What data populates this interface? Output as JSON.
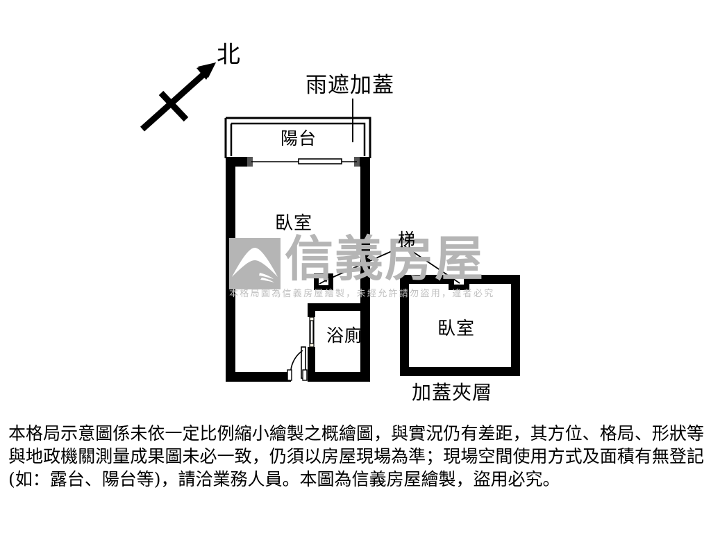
{
  "document": {
    "type": "floor-plan",
    "brand": "信義房屋"
  },
  "compass": {
    "label": "北",
    "icon": "north-arrow-icon",
    "direction_deg": 45
  },
  "annotations": {
    "canopy": "雨遮加蓋",
    "stairs": "梯",
    "mezzanine_caption": "加蓋夾層"
  },
  "rooms": [
    {
      "key": "balcony",
      "label": "陽台"
    },
    {
      "key": "bedroom_main",
      "label": "臥室"
    },
    {
      "key": "bathroom",
      "label": "浴廁"
    },
    {
      "key": "bedroom_mezzanine",
      "label": "臥室"
    }
  ],
  "watermark": {
    "brand": "信義房屋",
    "logo": "shinyi-arch-logo",
    "notice": "本格局圖為信義房屋繪製，未經允許請勿盜用，違者必究",
    "color": "#b5b5b5"
  },
  "disclaimer": {
    "text": "本格局示意圖係未依一定比例縮小繪製之概繪圖，與實況仍有差距，其方位、格局、形狀等與地政機關測量成果圖未必一致，仍須以房屋現場為準；現場空間使用方式及面積有無登記(如：露台、陽台等)，請洽業務人員。本圖為信義房屋繪製，盜用必究。"
  },
  "colors": {
    "wall": "#000000",
    "background": "#ffffff",
    "watermark": "#b5b5b5",
    "text": "#000000"
  }
}
